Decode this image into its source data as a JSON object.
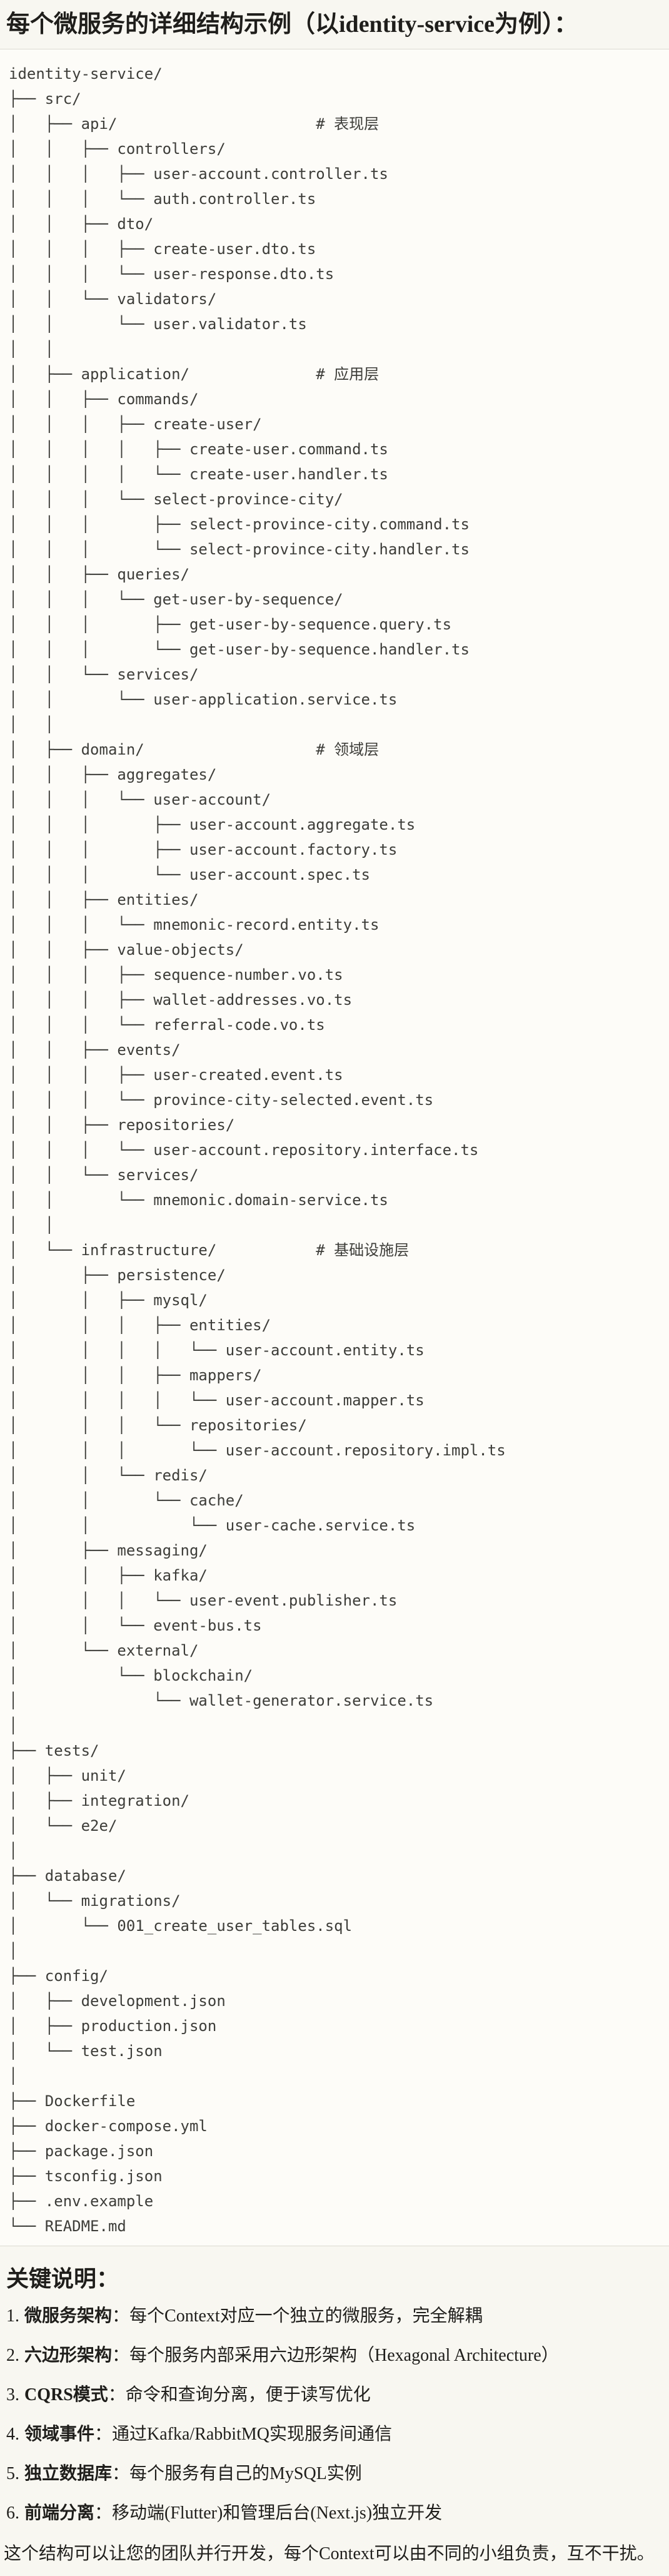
{
  "page": {
    "title": "每个微服务的详细结构示例（以identity-service为例）：",
    "colors": {
      "page_bg": "#f8f7f1",
      "code_bg": "#fdfcf8",
      "border": "#dcdad2",
      "code_text": "#3d3d39",
      "text": "#1f1e1b"
    }
  },
  "code": {
    "tree_lines": [
      "identity-service/",
      "├── src/",
      "│   ├── api/                      # 表现层",
      "│   │   ├── controllers/",
      "│   │   │   ├── user-account.controller.ts",
      "│   │   │   └── auth.controller.ts",
      "│   │   ├── dto/",
      "│   │   │   ├── create-user.dto.ts",
      "│   │   │   └── user-response.dto.ts",
      "│   │   └── validators/",
      "│   │       └── user.validator.ts",
      "│   │",
      "│   ├── application/              # 应用层",
      "│   │   ├── commands/",
      "│   │   │   ├── create-user/",
      "│   │   │   │   ├── create-user.command.ts",
      "│   │   │   │   └── create-user.handler.ts",
      "│   │   │   └── select-province-city/",
      "│   │   │       ├── select-province-city.command.ts",
      "│   │   │       └── select-province-city.handler.ts",
      "│   │   ├── queries/",
      "│   │   │   └── get-user-by-sequence/",
      "│   │   │       ├── get-user-by-sequence.query.ts",
      "│   │   │       └── get-user-by-sequence.handler.ts",
      "│   │   └── services/",
      "│   │       └── user-application.service.ts",
      "│   │",
      "│   ├── domain/                   # 领域层",
      "│   │   ├── aggregates/",
      "│   │   │   └── user-account/",
      "│   │   │       ├── user-account.aggregate.ts",
      "│   │   │       ├── user-account.factory.ts",
      "│   │   │       └── user-account.spec.ts",
      "│   │   ├── entities/",
      "│   │   │   └── mnemonic-record.entity.ts",
      "│   │   ├── value-objects/",
      "│   │   │   ├── sequence-number.vo.ts",
      "│   │   │   ├── wallet-addresses.vo.ts",
      "│   │   │   └── referral-code.vo.ts",
      "│   │   ├── events/",
      "│   │   │   ├── user-created.event.ts",
      "│   │   │   └── province-city-selected.event.ts",
      "│   │   ├── repositories/",
      "│   │   │   └── user-account.repository.interface.ts",
      "│   │   └── services/",
      "│   │       └── mnemonic.domain-service.ts",
      "│   │",
      "│   └── infrastructure/           # 基础设施层",
      "│       ├── persistence/",
      "│       │   ├── mysql/",
      "│       │   │   ├── entities/",
      "│       │   │   │   └── user-account.entity.ts",
      "│       │   │   ├── mappers/",
      "│       │   │   │   └── user-account.mapper.ts",
      "│       │   │   └── repositories/",
      "│       │   │       └── user-account.repository.impl.ts",
      "│       │   └── redis/",
      "│       │       └── cache/",
      "│       │           └── user-cache.service.ts",
      "│       ├── messaging/",
      "│       │   ├── kafka/",
      "│       │   │   └── user-event.publisher.ts",
      "│       │   └── event-bus.ts",
      "│       └── external/",
      "│           └── blockchain/",
      "│               └── wallet-generator.service.ts",
      "│",
      "├── tests/",
      "│   ├── unit/",
      "│   ├── integration/",
      "│   └── e2e/",
      "│",
      "├── database/",
      "│   └── migrations/",
      "│       └── 001_create_user_tables.sql",
      "│",
      "├── config/",
      "│   ├── development.json",
      "│   ├── production.json",
      "│   └── test.json",
      "│",
      "├── Dockerfile",
      "├── docker-compose.yml",
      "├── package.json",
      "├── tsconfig.json",
      "├── .env.example",
      "└── README.md"
    ]
  },
  "notes": {
    "heading": "关键说明：",
    "items": [
      {
        "num": "1.",
        "term": "微服务架构",
        "desc": "：每个Context对应一个独立的微服务，完全解耦"
      },
      {
        "num": "2.",
        "term": "六边形架构",
        "desc": "：每个服务内部采用六边形架构（Hexagonal Architecture）"
      },
      {
        "num": "3.",
        "term": "CQRS模式",
        "desc": "：命令和查询分离，便于读写优化"
      },
      {
        "num": "4.",
        "term": "领域事件",
        "desc": "：通过Kafka/RabbitMQ实现服务间通信"
      },
      {
        "num": "5.",
        "term": "独立数据库",
        "desc": "：每个服务有自己的MySQL实例"
      },
      {
        "num": "6.",
        "term": "前端分离",
        "desc": "：移动端(Flutter)和管理后台(Next.js)独立开发"
      }
    ],
    "footer": "这个结构可以让您的团队并行开发，每个Context可以由不同的小组负责，互不干扰。"
  }
}
